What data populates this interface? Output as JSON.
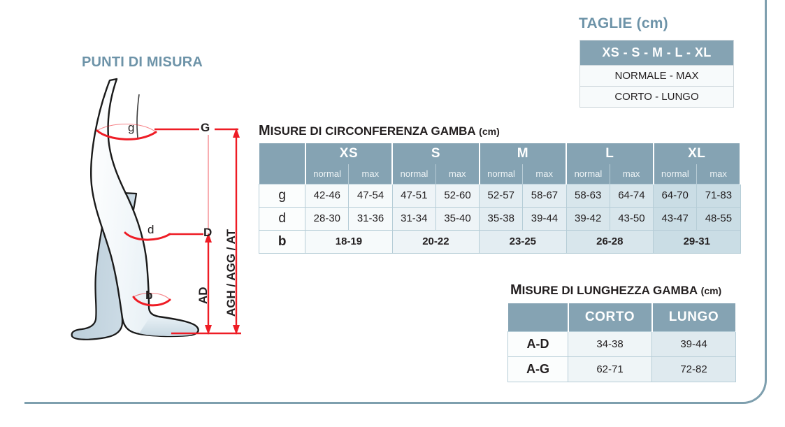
{
  "frame": {
    "accent_color": "#7e9fae"
  },
  "measurement_points": {
    "title": "PUNTI DI MISURA",
    "title_color": "#6d93a8",
    "circumference_labels": {
      "thigh": "g",
      "calf": "d",
      "ankle": "b"
    },
    "level_markers": {
      "top": "G",
      "mid": "D"
    },
    "length_labels": {
      "ad": "AD",
      "agh": "AGH / AGG / AT"
    },
    "guide_color": "#ee1c25"
  },
  "sizes_box": {
    "title": "TAGLIE (cm)",
    "title_color": "#6d93a8",
    "header": "XS - S - M - L - XL",
    "rows": [
      "NORMALE - MAX",
      "CORTO - LUNGO"
    ],
    "header_bg": "#85a3b3"
  },
  "circumference_table": {
    "title_initial": "M",
    "title_main": "ISURE DI CIRCONFERENZA GAMBA",
    "title_unit": "(cm)",
    "sizes": [
      "XS",
      "S",
      "M",
      "L",
      "XL"
    ],
    "sub_headers": [
      "normal",
      "max"
    ],
    "rows": [
      {
        "label": "g",
        "bold": false,
        "merged": false,
        "values": [
          "42-46",
          "47-54",
          "47-51",
          "52-60",
          "52-57",
          "58-67",
          "58-63",
          "64-74",
          "64-70",
          "71-83"
        ]
      },
      {
        "label": "d",
        "bold": false,
        "merged": false,
        "values": [
          "28-30",
          "31-36",
          "31-34",
          "35-40",
          "35-38",
          "39-44",
          "39-42",
          "43-50",
          "43-47",
          "48-55"
        ]
      },
      {
        "label": "b",
        "bold": true,
        "merged": true,
        "values": [
          "18-19",
          "20-22",
          "23-25",
          "26-28",
          "29-31"
        ]
      }
    ]
  },
  "length_table": {
    "title_initial": "M",
    "title_main": "ISURE DI LUNGHEZZA GAMBA",
    "title_unit": "(cm)",
    "columns": [
      "CORTO",
      "LUNGO"
    ],
    "rows": [
      {
        "label": "A-D",
        "values": [
          "34-38",
          "39-44"
        ]
      },
      {
        "label": "A-G",
        "values": [
          "62-71",
          "72-82"
        ]
      }
    ]
  }
}
